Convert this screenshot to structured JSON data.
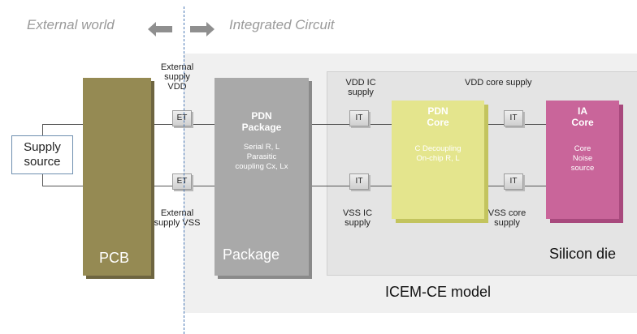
{
  "header": {
    "external_world": "External world",
    "integrated_circuit": "Integrated Circuit"
  },
  "supply_source": "Supply\nsource",
  "pcb_label": "PCB",
  "external_supply_vdd": "External\nsupply\nVDD",
  "external_supply_vss": "External\nsupply VSS",
  "et_label": "ET",
  "it_label": "IT",
  "package": {
    "title": "PDN\nPackage",
    "sub": "Serial R, L\nParasitic\ncoupling Cx, Lx",
    "bottom": "Package"
  },
  "vdd_ic_supply": "VDD IC\nsupply",
  "vss_ic_supply": "VSS IC\nsupply",
  "vdd_core_supply": "VDD core supply",
  "vss_core_supply": "VSS core\nsupply",
  "pdn_core": {
    "title": "PDN\nCore",
    "sub": "C Decoupling\nOn-chip R, L"
  },
  "ia_core": {
    "title": "IA\nCore",
    "sub": "Core\nNoise\nsource"
  },
  "silicon_die": "Silicon die",
  "icem_model": "ICEM-CE model",
  "colors": {
    "pcb": "#958a53",
    "package": "#a9a9a9",
    "pdn_core": "#e4e58d",
    "ia_core": "#c9659a",
    "arrow": "#8f8f8f"
  }
}
